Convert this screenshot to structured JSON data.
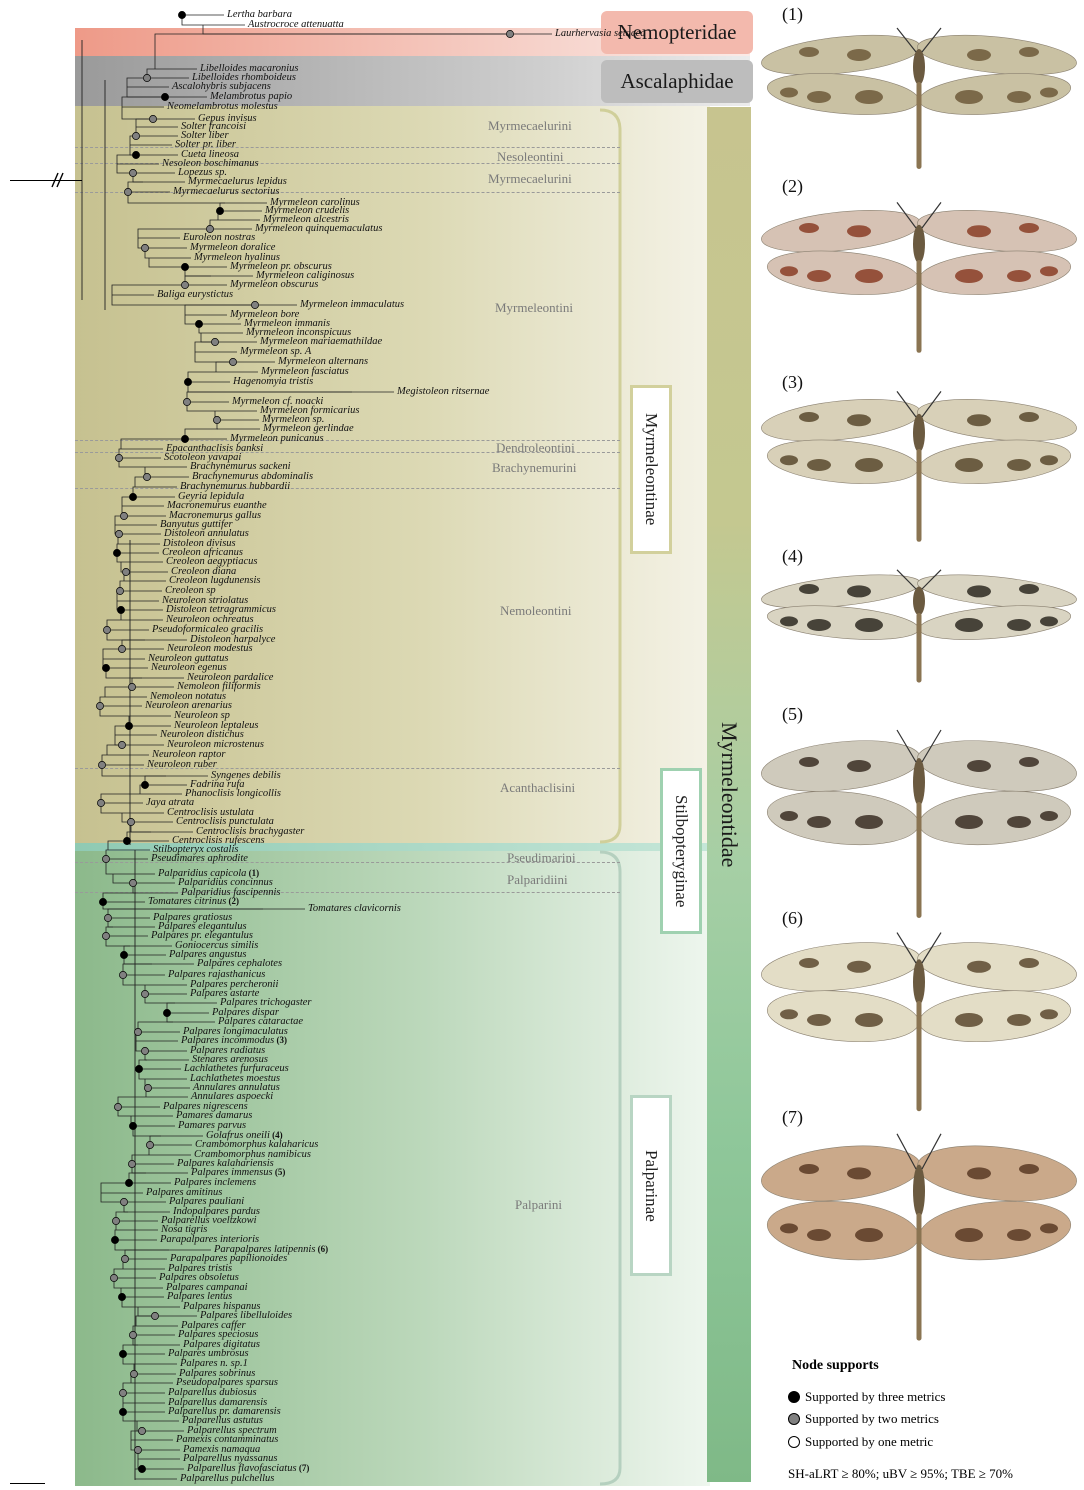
{
  "families": {
    "nemopteridae": {
      "label": "Nemopteridae",
      "color": "#f3b9ad"
    },
    "ascalaphidae": {
      "label": "Ascalaphidae",
      "color": "#bdbdbd"
    },
    "myrmeleontidae": {
      "label": "Myrmeleontidae"
    }
  },
  "subfamilies": {
    "myrmeleontinae": "Myrmeleontinae",
    "stilbopteryginae": "Stilbopteryginae",
    "palparinae": "Palparinae"
  },
  "tribes": {
    "myrmecaelurini_1": "Myrmecaelurini",
    "nesoleontini": "Nesoleontini",
    "myrmecaelurini_2": "Myrmecaelurini",
    "myrmeleontini": "Myrmeleontini",
    "dendroleontini": "Dendroleontini",
    "brachynemurini": "Brachynemurini",
    "nemoleontini": "Nemoleontini",
    "acanthaclisini": "Acanthaclisini",
    "pseudimarini": "Pseudimarini",
    "palparidiini": "Palparidiini",
    "palparini": "Palparini"
  },
  "taxa": [
    {
      "name": "Lertha barbara"
    },
    {
      "name": "Austrocroce attenuatta"
    },
    {
      "name": "Laurhervasia setacea"
    },
    {
      "name": "Libelloides macaronius"
    },
    {
      "name": "Libelloides rhomboideus"
    },
    {
      "name": "Ascalohybris subjacens"
    },
    {
      "name": "Melambrotus papio"
    },
    {
      "name": "Neomelambrotus molestus"
    },
    {
      "name": "Gepus invisus"
    },
    {
      "name": "Solter francoisi"
    },
    {
      "name": "Solter liber"
    },
    {
      "name": "Solter pr. liber"
    },
    {
      "name": "Cueta lineosa"
    },
    {
      "name": "Nesoleon boschimanus"
    },
    {
      "name": "Lopezus sp."
    },
    {
      "name": "Myrmecaelurus lepidus"
    },
    {
      "name": "Myrmecaelurus sectorius"
    },
    {
      "name": "Myrmeleon carolinus"
    },
    {
      "name": "Myrmeleon crudelis"
    },
    {
      "name": "Myrmeleon alcestris"
    },
    {
      "name": "Myrmeleon quinquemaculatus"
    },
    {
      "name": "Euroleon nostras"
    },
    {
      "name": "Myrmeleon doralice"
    },
    {
      "name": "Myrmeleon hyalinus"
    },
    {
      "name": "Myrmeleon pr. obscurus"
    },
    {
      "name": "Myrmeleon caliginosus"
    },
    {
      "name": "Myrmeleon obscurus"
    },
    {
      "name": "Baliga eurystictus"
    },
    {
      "name": "Myrmeleon immaculatus"
    },
    {
      "name": "Myrmeleon bore"
    },
    {
      "name": "Myrmeleon immanis"
    },
    {
      "name": "Myrmeleon inconspicuus"
    },
    {
      "name": "Myrmeleon mariaemathildae"
    },
    {
      "name": "Myrmeleon sp. A"
    },
    {
      "name": "Myrmeleon alternans"
    },
    {
      "name": "Myrmeleon fasciatus"
    },
    {
      "name": "Hagenomyia tristis"
    },
    {
      "name": "Megistoleon ritsernae"
    },
    {
      "name": "Myrmeleon cf. noacki"
    },
    {
      "name": "Myrmeleon formicarius"
    },
    {
      "name": "Myrmeleon sp."
    },
    {
      "name": "Myrmeleon gerlindae"
    },
    {
      "name": "Myrmeleon punicanus"
    },
    {
      "name": "Epacanthaclisis banksi"
    },
    {
      "name": "Scotoleon yavapai"
    },
    {
      "name": "Brachynemurus sackeni"
    },
    {
      "name": "Brachynemurus abdominalis"
    },
    {
      "name": "Brachynemurus hubbardii"
    },
    {
      "name": "Geyria lepidula"
    },
    {
      "name": "Macronemurus euanthe"
    },
    {
      "name": "Macronemurus gallus"
    },
    {
      "name": "Banyutus guttifer"
    },
    {
      "name": "Distoleon annulatus"
    },
    {
      "name": "Distoleon divisus"
    },
    {
      "name": "Creoleon africanus"
    },
    {
      "name": "Creoleon aegyptiacus"
    },
    {
      "name": "Creoleon diana"
    },
    {
      "name": "Creoleon lugdunensis"
    },
    {
      "name": "Creoleon sp"
    },
    {
      "name": "Neuroleon striolatus"
    },
    {
      "name": "Distoleon tetragrammicus"
    },
    {
      "name": "Neuroleon ochreatus"
    },
    {
      "name": "Pseudoformicaleo gracilis"
    },
    {
      "name": "Distoleon harpalyce"
    },
    {
      "name": "Neuroleon modestus"
    },
    {
      "name": "Neuroleon guttatus"
    },
    {
      "name": "Neuroleon egenus"
    },
    {
      "name": "Neuroleon pardalice"
    },
    {
      "name": "Nemoleon filiformis"
    },
    {
      "name": "Nemoleon notatus"
    },
    {
      "name": "Neuroleon arenarius"
    },
    {
      "name": "Neuroleon sp"
    },
    {
      "name": "Neuroleon leptaleus"
    },
    {
      "name": "Neuroleon distichus"
    },
    {
      "name": "Neuroleon microstenus"
    },
    {
      "name": "Neuroleon raptor"
    },
    {
      "name": "Neuroleon ruber"
    },
    {
      "name": "Syngenes debilis"
    },
    {
      "name": "Fadrina rufa"
    },
    {
      "name": "Phanoclisis longicollis"
    },
    {
      "name": "Jaya atrata"
    },
    {
      "name": "Centroclisis ustulata"
    },
    {
      "name": "Centroclisis punctulata"
    },
    {
      "name": "Centroclisis brachygaster"
    },
    {
      "name": "Centroclisis rufescens"
    },
    {
      "name": "Stilbopteryx costalis"
    },
    {
      "name": "Pseudimares aphrodite"
    },
    {
      "name": "Palparidius capicola",
      "num": "(1)"
    },
    {
      "name": "Palparidius concinnus"
    },
    {
      "name": "Palparidius fascipennis"
    },
    {
      "name": "Tomatares citrinus",
      "num": "(2)"
    },
    {
      "name": "Tomatares clavicornis"
    },
    {
      "name": "Palpares gratiosus"
    },
    {
      "name": "Palpares elegantulus"
    },
    {
      "name": "Palpares pr. elegantulus"
    },
    {
      "name": "Goniocercus similis"
    },
    {
      "name": "Palpares angustus"
    },
    {
      "name": "Palpares cephalotes"
    },
    {
      "name": "Palpares rajasthanicus"
    },
    {
      "name": "Palpares percheronii"
    },
    {
      "name": "Palpares astarte"
    },
    {
      "name": "Palpares trichogaster"
    },
    {
      "name": "Palpares dispar"
    },
    {
      "name": "Palpares cataractae"
    },
    {
      "name": "Palpares longimaculatus"
    },
    {
      "name": "Palpares incommodus",
      "num": "(3)"
    },
    {
      "name": "Palpares radiatus"
    },
    {
      "name": "Stenares arenosus"
    },
    {
      "name": "Lachlathetes furfuraceus"
    },
    {
      "name": "Lachlathetes moestus"
    },
    {
      "name": "Annulares annulatus"
    },
    {
      "name": "Annulares aspoecki"
    },
    {
      "name": "Palpares nigrescens"
    },
    {
      "name": "Pamares damarus"
    },
    {
      "name": "Pamares parvus"
    },
    {
      "name": "Golafrus oneili",
      "num": "(4)"
    },
    {
      "name": "Crambomorphus kalaharicus"
    },
    {
      "name": "Crambomorphus namibicus"
    },
    {
      "name": "Palpares kalahariensis"
    },
    {
      "name": "Palpares immensus",
      "num": "(5)"
    },
    {
      "name": "Palpares inclemens"
    },
    {
      "name": "Palpares amitinus"
    },
    {
      "name": "Palpares pauliani"
    },
    {
      "name": "Indopalpares pardus"
    },
    {
      "name": "Palparellus voeltzkowi"
    },
    {
      "name": "Nosa tigris"
    },
    {
      "name": "Parapalpares interioris"
    },
    {
      "name": "Parapalpares latipennis",
      "num": "(6)"
    },
    {
      "name": "Parapalpares papilionoides"
    },
    {
      "name": "Palpares tristis"
    },
    {
      "name": "Palpares obsoletus"
    },
    {
      "name": "Palpares campanai"
    },
    {
      "name": "Palpares lentus"
    },
    {
      "name": "Palpares hispanus"
    },
    {
      "name": "Palpares libelluloides"
    },
    {
      "name": "Palpares caffer"
    },
    {
      "name": "Palpares speciosus"
    },
    {
      "name": "Palpares digitatus"
    },
    {
      "name": "Palpares umbrosus"
    },
    {
      "name": "Palpares n. sp.1"
    },
    {
      "name": "Palpares sobrinus"
    },
    {
      "name": "Pseudopalpares sparsus"
    },
    {
      "name": "Palparellus dubiosus"
    },
    {
      "name": "Palparellus damarensis"
    },
    {
      "name": "Palparellus pr. damarensis"
    },
    {
      "name": "Palparellus astutus"
    },
    {
      "name": "Palparellus spectrum"
    },
    {
      "name": "Pamexis contamminatus"
    },
    {
      "name": "Pamexis namaqua"
    },
    {
      "name": "Palparellus nyassanus"
    },
    {
      "name": "Palparellus flavofasciatus",
      "num": "(7)"
    },
    {
      "name": "Palparellus pulchellus"
    }
  ],
  "photos": [
    {
      "label": "(1)",
      "icon": "antlion-specimen-photo"
    },
    {
      "label": "(2)",
      "icon": "antlion-specimen-photo"
    },
    {
      "label": "(3)",
      "icon": "antlion-specimen-photo"
    },
    {
      "label": "(4)",
      "icon": "antlion-specimen-photo"
    },
    {
      "label": "(5)",
      "icon": "antlion-specimen-photo"
    },
    {
      "label": "(6)",
      "icon": "antlion-specimen-photo"
    },
    {
      "label": "(7)",
      "icon": "antlion-specimen-photo"
    }
  ],
  "legend": {
    "title": "Node supports",
    "three": "Supported by three metrics",
    "two": "Supported by two metrics",
    "one": "Supported by one metric",
    "note": "SH-aLRT ≥ 80%; uBV ≥ 95%; TBE ≥ 70%",
    "colors": {
      "three": "#000000",
      "two": "#808080",
      "one": "#ffffff"
    }
  }
}
